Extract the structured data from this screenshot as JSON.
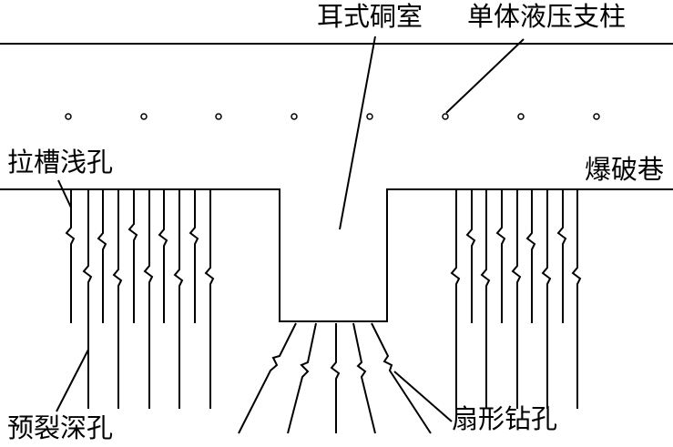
{
  "labels": {
    "ear_chamber": "耳式硐室",
    "hydraulic_prop": "单体液压支柱",
    "slot_shallow_holes": "拉槽浅孔",
    "blasting_roadway": "爆破巷",
    "presplit_deep_holes": "预裂深孔",
    "fan_drill_holes": "扇形钻孔"
  }
}
